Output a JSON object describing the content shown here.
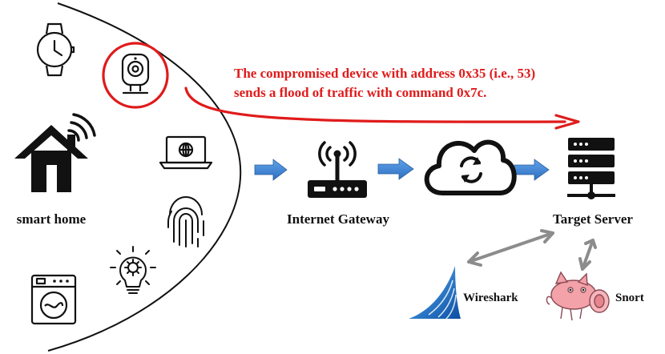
{
  "labels": {
    "smart_home": "smart home",
    "gateway": "Internet Gateway",
    "server": "Target Server",
    "wireshark": "Wireshark",
    "snort": "Snort"
  },
  "annotation": {
    "line1": "The compromised device with address 0x35 (i.e., 53)",
    "line2": "sends a flood of traffic with command 0x7c."
  },
  "icons": {
    "house": "house-wifi-icon",
    "watch": "smartwatch-icon",
    "camera": "webcam-icon",
    "laptop": "laptop-icon",
    "fingerprint": "fingerprint-icon",
    "bulb": "smart-bulb-icon",
    "washer": "washing-machine-icon",
    "router": "router-icon",
    "cloud": "cloud-sync-icon",
    "server": "server-icon",
    "wireshark": "wireshark-fin-icon",
    "snort": "snort-pig-icon"
  },
  "colors": {
    "alert": "#e01b1b",
    "flow_arrow": "#3d7fd1",
    "monitor_arrow": "#8c8c8c",
    "icon": "#111111",
    "wireshark": "#1763b8",
    "snort": "#f2a2a8"
  }
}
